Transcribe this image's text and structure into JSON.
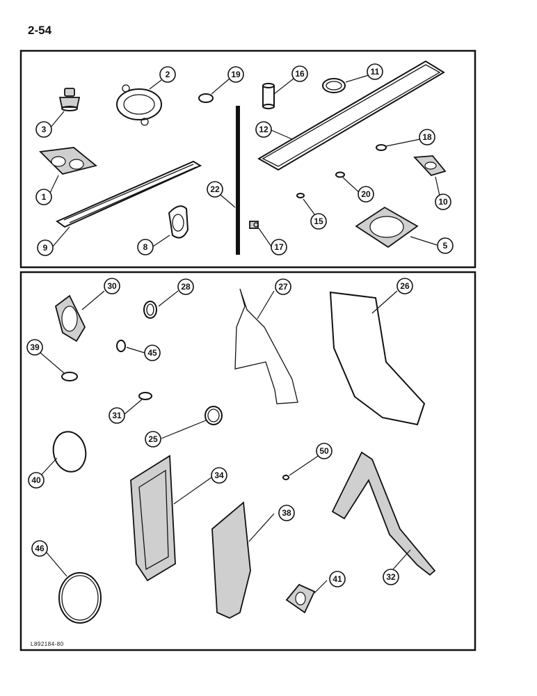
{
  "page_number": "2-54",
  "reference_code": "L892184-80",
  "callouts": [
    "3",
    "2",
    "19",
    "16",
    "11",
    "12",
    "18",
    "1",
    "22",
    "20",
    "10",
    "9",
    "8",
    "17",
    "15",
    "5",
    "30",
    "28",
    "27",
    "26",
    "39",
    "45",
    "31",
    "25",
    "40",
    "50",
    "34",
    "38",
    "46",
    "41",
    "32"
  ]
}
